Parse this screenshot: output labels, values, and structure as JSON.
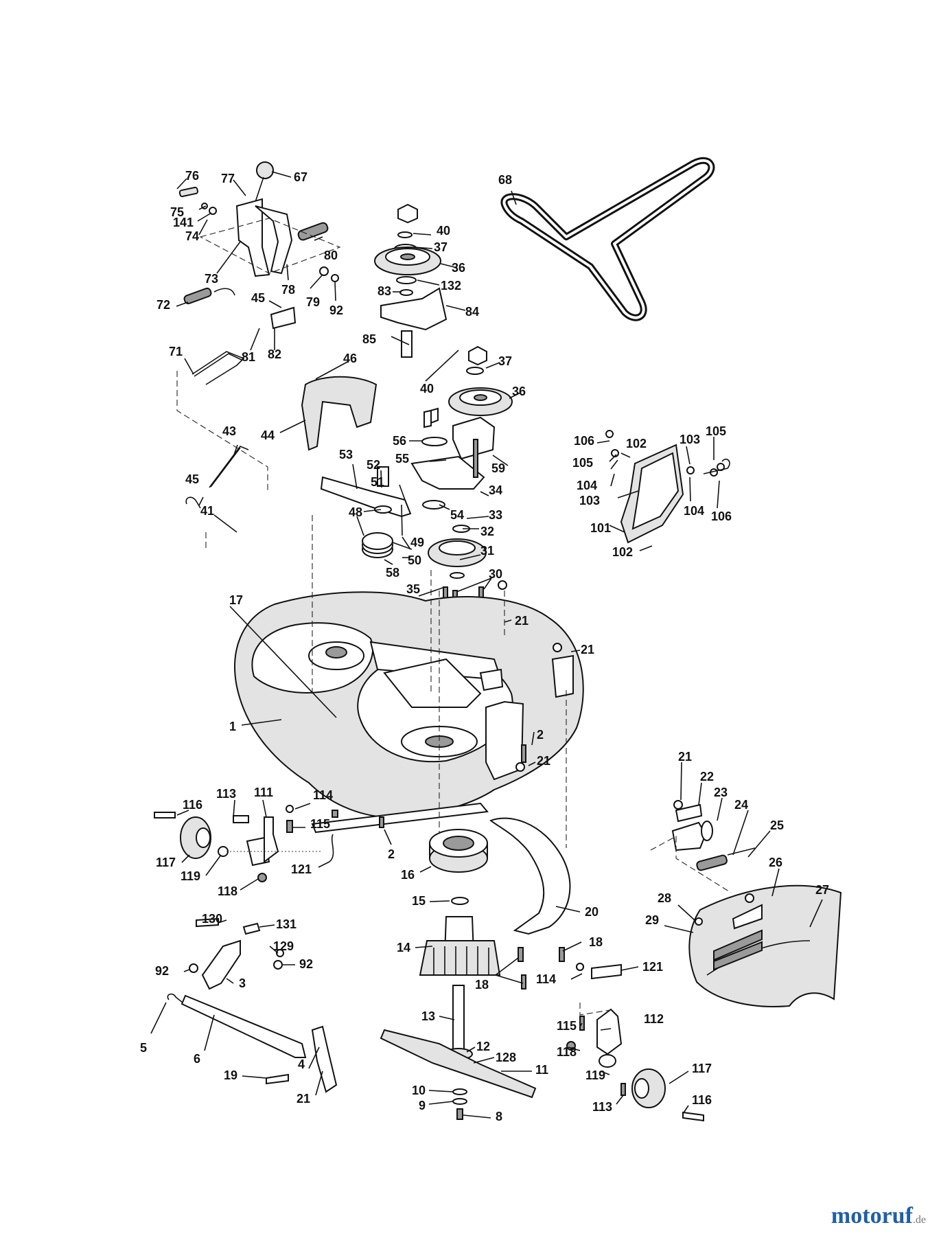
{
  "watermark": {
    "name": "motoruf",
    "tld": ".de"
  },
  "labels": [
    {
      "id": "l1",
      "text": "76"
    },
    {
      "id": "l2",
      "text": "77"
    },
    {
      "id": "l3",
      "text": "67"
    },
    {
      "id": "l4",
      "text": "75"
    },
    {
      "id": "l5",
      "text": "141"
    },
    {
      "id": "l6",
      "text": "74"
    },
    {
      "id": "l7",
      "text": "80"
    },
    {
      "id": "l8",
      "text": "73"
    },
    {
      "id": "l9",
      "text": "78"
    },
    {
      "id": "l10",
      "text": "79"
    },
    {
      "id": "l11",
      "text": "92"
    },
    {
      "id": "l12",
      "text": "72"
    },
    {
      "id": "l13",
      "text": "45"
    },
    {
      "id": "l14",
      "text": "81"
    },
    {
      "id": "l15",
      "text": "82"
    },
    {
      "id": "l16",
      "text": "71"
    },
    {
      "id": "l17",
      "text": "46"
    },
    {
      "id": "l18",
      "text": "44"
    },
    {
      "id": "l19",
      "text": "43"
    },
    {
      "id": "l20",
      "text": "45"
    },
    {
      "id": "l21",
      "text": "41"
    },
    {
      "id": "l22",
      "text": "40"
    },
    {
      "id": "l23",
      "text": "37"
    },
    {
      "id": "l24",
      "text": "36"
    },
    {
      "id": "l25",
      "text": "132"
    },
    {
      "id": "l26",
      "text": "83"
    },
    {
      "id": "l27",
      "text": "84"
    },
    {
      "id": "l28",
      "text": "85"
    },
    {
      "id": "l29",
      "text": "68"
    },
    {
      "id": "l30",
      "text": "37"
    },
    {
      "id": "l31",
      "text": "40"
    },
    {
      "id": "l32",
      "text": "36"
    },
    {
      "id": "l33",
      "text": "56"
    },
    {
      "id": "l34",
      "text": "55"
    },
    {
      "id": "l35",
      "text": "59"
    },
    {
      "id": "l36",
      "text": "53"
    },
    {
      "id": "l37",
      "text": "52"
    },
    {
      "id": "l38",
      "text": "51"
    },
    {
      "id": "l39",
      "text": "34"
    },
    {
      "id": "l40",
      "text": "33"
    },
    {
      "id": "l41",
      "text": "48"
    },
    {
      "id": "l42",
      "text": "54"
    },
    {
      "id": "l43",
      "text": "32"
    },
    {
      "id": "l44",
      "text": "49"
    },
    {
      "id": "l45",
      "text": "50"
    },
    {
      "id": "l46",
      "text": "31"
    },
    {
      "id": "l47",
      "text": "58"
    },
    {
      "id": "l48",
      "text": "35"
    },
    {
      "id": "l49",
      "text": "30"
    },
    {
      "id": "l50",
      "text": "106"
    },
    {
      "id": "l51",
      "text": "102"
    },
    {
      "id": "l52",
      "text": "103"
    },
    {
      "id": "l53",
      "text": "105"
    },
    {
      "id": "l54",
      "text": "105"
    },
    {
      "id": "l55",
      "text": "104"
    },
    {
      "id": "l56",
      "text": "103"
    },
    {
      "id": "l57",
      "text": "104"
    },
    {
      "id": "l58",
      "text": "106"
    },
    {
      "id": "l59",
      "text": "101"
    },
    {
      "id": "l60",
      "text": "102"
    },
    {
      "id": "l61",
      "text": "17"
    },
    {
      "id": "l62",
      "text": "21"
    },
    {
      "id": "l63",
      "text": "21"
    },
    {
      "id": "l64",
      "text": "1"
    },
    {
      "id": "l65",
      "text": "2"
    },
    {
      "id": "l66",
      "text": "21"
    },
    {
      "id": "l67",
      "text": "21"
    },
    {
      "id": "l68",
      "text": "22"
    },
    {
      "id": "l69",
      "text": "23"
    },
    {
      "id": "l70",
      "text": "24"
    },
    {
      "id": "l71",
      "text": "25"
    },
    {
      "id": "l72",
      "text": "26"
    },
    {
      "id": "l73",
      "text": "27"
    },
    {
      "id": "l74",
      "text": "28"
    },
    {
      "id": "l75",
      "text": "29"
    },
    {
      "id": "l76",
      "text": "113"
    },
    {
      "id": "l77",
      "text": "111"
    },
    {
      "id": "l78",
      "text": "114"
    },
    {
      "id": "l79",
      "text": "116"
    },
    {
      "id": "l80",
      "text": "115"
    },
    {
      "id": "l81",
      "text": "117"
    },
    {
      "id": "l82",
      "text": "119"
    },
    {
      "id": "l83",
      "text": "121"
    },
    {
      "id": "l84",
      "text": "118"
    },
    {
      "id": "l85",
      "text": "2"
    },
    {
      "id": "l86",
      "text": "16"
    },
    {
      "id": "l87",
      "text": "15"
    },
    {
      "id": "l88",
      "text": "20"
    },
    {
      "id": "l89",
      "text": "130"
    },
    {
      "id": "l90",
      "text": "131"
    },
    {
      "id": "l91",
      "text": "129"
    },
    {
      "id": "l92",
      "text": "92"
    },
    {
      "id": "l93",
      "text": "92"
    },
    {
      "id": "l94",
      "text": "3"
    },
    {
      "id": "l95",
      "text": "14"
    },
    {
      "id": "l96",
      "text": "18"
    },
    {
      "id": "l97",
      "text": "18"
    },
    {
      "id": "l98",
      "text": "121"
    },
    {
      "id": "l99",
      "text": "114"
    },
    {
      "id": "l100",
      "text": "4"
    },
    {
      "id": "l101",
      "text": "5"
    },
    {
      "id": "l102",
      "text": "6"
    },
    {
      "id": "l103",
      "text": "13"
    },
    {
      "id": "l104",
      "text": "12"
    },
    {
      "id": "l105",
      "text": "128"
    },
    {
      "id": "l106",
      "text": "112"
    },
    {
      "id": "l107",
      "text": "115"
    },
    {
      "id": "l108",
      "text": "118"
    },
    {
      "id": "l109",
      "text": "11"
    },
    {
      "id": "l110",
      "text": "119"
    },
    {
      "id": "l111",
      "text": "117"
    },
    {
      "id": "l112",
      "text": "19"
    },
    {
      "id": "l113",
      "text": "21"
    },
    {
      "id": "l114",
      "text": "10"
    },
    {
      "id": "l115",
      "text": "9"
    },
    {
      "id": "l116",
      "text": "113"
    },
    {
      "id": "l117",
      "text": "116"
    },
    {
      "id": "l118",
      "text": "8"
    }
  ]
}
